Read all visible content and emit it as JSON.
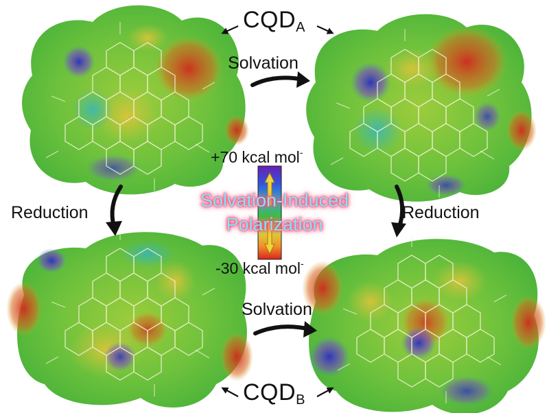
{
  "title_top": {
    "main": "CQD",
    "sub": "A"
  },
  "title_bottom": {
    "main": "CQD",
    "sub": "B"
  },
  "steps": {
    "solvation_top": "Solvation",
    "solvation_bottom": "Solvation",
    "reduction_left": "Reduction",
    "reduction_right": "Reduction"
  },
  "scale": {
    "max_value": "+70 kcal mol",
    "min_value": "-30 kcal mol",
    "unit_superscript": "-"
  },
  "center_label": {
    "line1": "Solvation-Induced",
    "line2": "Polarization"
  },
  "colors": {
    "surface_base": "#5bbf3a",
    "positive": "#2b2fbf",
    "negative": "#d8241c",
    "neutral_yellow": "#d7c23a",
    "glow_text": "#7fe6ff",
    "glow_shadow": "#ff3b6b"
  },
  "icons": {
    "curved_arrow": "curved-arrow-icon",
    "double_arrow": "double-headed-arrow-icon",
    "color_scale": "color-scale-bar"
  }
}
